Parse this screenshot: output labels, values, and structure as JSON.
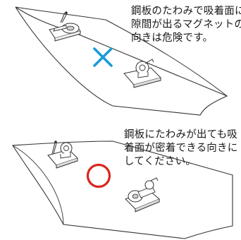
{
  "top": {
    "caption_lines": [
      "鋼板のたわみで吸着面に",
      "隙間が出るマグネットの",
      "向きは危険です。"
    ],
    "verdict_color": "#1b9bd6"
  },
  "bottom": {
    "caption_lines": [
      "鋼板にたわみが出ても吸",
      "着面が密着できる向きに",
      "してください。"
    ],
    "verdict_color": "#d9261c"
  }
}
